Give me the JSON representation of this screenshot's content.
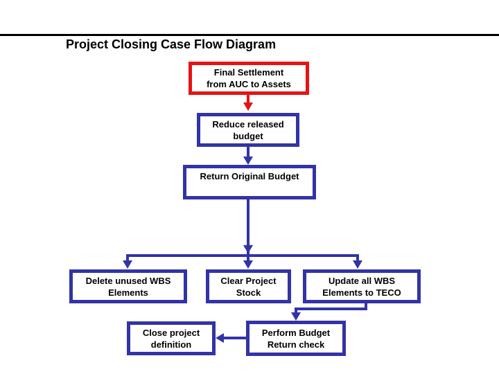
{
  "slide": {
    "title": "Project Closing Case Flow Diagram"
  },
  "colors": {
    "accent_blue": "#3333A6",
    "accent_red": "#E51414",
    "text": "#000000",
    "rule": "#000000",
    "background": "#FFFFFF"
  },
  "diagram": {
    "boxes": [
      {
        "name": "final-settlement",
        "border": "red",
        "lines": [
          "Final Settlement",
          "from AUC to Assets"
        ]
      },
      {
        "name": "reduce-released-budget",
        "border": "blue",
        "lines": [
          "Reduce released",
          "budget"
        ]
      },
      {
        "name": "return-original-budget",
        "border": "blue",
        "lines": [
          "Return Original Budget"
        ]
      },
      {
        "name": "delete-unused-wbs-elements",
        "border": "blue",
        "lines": [
          "Delete unused WBS",
          "Elements"
        ]
      },
      {
        "name": "clear-project-stock",
        "border": "blue",
        "lines": [
          "Clear Project",
          "Stock"
        ]
      },
      {
        "name": "update-all-wbs-elements-to-teco",
        "border": "blue",
        "lines": [
          "Update all WBS",
          "Elements to TECO"
        ]
      },
      {
        "name": "perform-budget-return-check",
        "border": "blue",
        "lines": [
          "Perform Budget",
          "Return check"
        ]
      },
      {
        "name": "close-project-definition",
        "border": "blue",
        "lines": [
          "Close project",
          "definition"
        ]
      }
    ],
    "edges": [
      {
        "from": "final-settlement",
        "to": "reduce-released-budget",
        "color": "red"
      },
      {
        "from": "reduce-released-budget",
        "to": "return-original-budget",
        "color": "blue"
      },
      {
        "from": "return-original-budget",
        "to": "delete-unused-wbs-elements",
        "color": "blue"
      },
      {
        "from": "return-original-budget",
        "to": "clear-project-stock",
        "color": "blue"
      },
      {
        "from": "return-original-budget",
        "to": "update-all-wbs-elements-to-teco",
        "color": "blue"
      },
      {
        "from": "update-all-wbs-elements-to-teco",
        "to": "perform-budget-return-check",
        "color": "blue"
      },
      {
        "from": "perform-budget-return-check",
        "to": "close-project-definition",
        "color": "blue"
      }
    ]
  }
}
